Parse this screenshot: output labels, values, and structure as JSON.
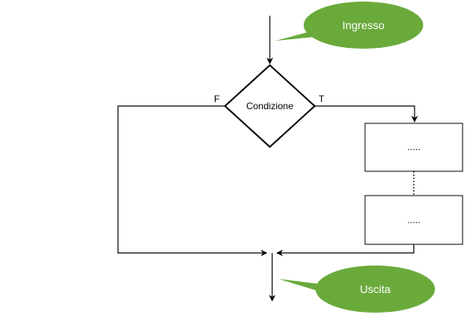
{
  "callouts": {
    "input": {
      "text": "Ingresso",
      "color": "#6aaa3b"
    },
    "output": {
      "text": "Uscita",
      "color": "#6aaa3b"
    }
  },
  "decision": {
    "text": "Condizione"
  },
  "branches": {
    "false_label": "F",
    "true_label": "T"
  },
  "blocks": {
    "top": {
      "text": "....."
    },
    "bottom": {
      "text": "....."
    }
  }
}
